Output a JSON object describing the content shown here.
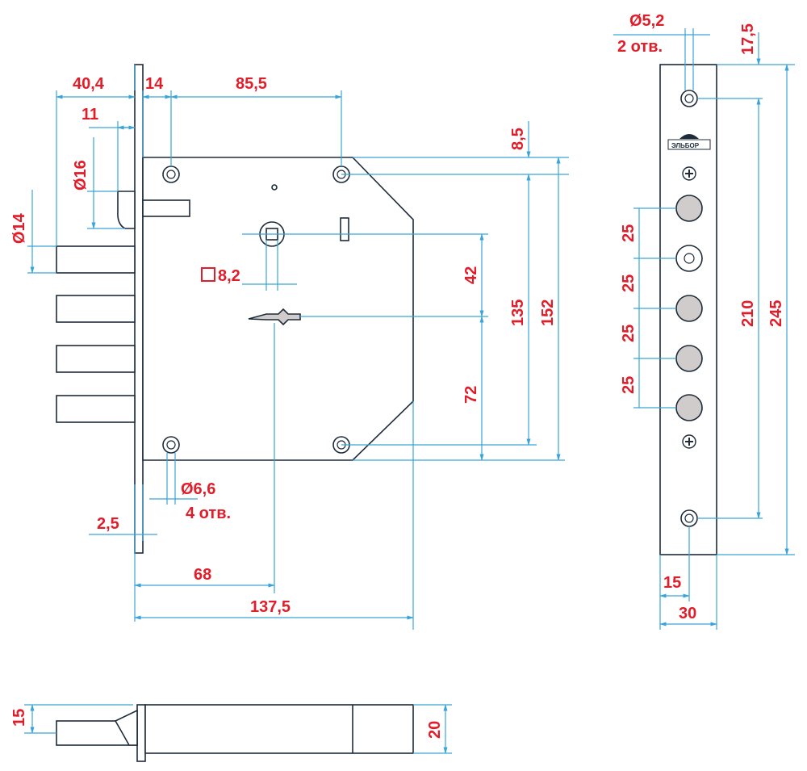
{
  "drawing": {
    "front_view": {
      "dims": {
        "backset_40_4": "40,4",
        "d14": "14",
        "d85_5": "85,5",
        "d11": "11",
        "d_16": "Ø16",
        "d_14_bolt": "Ø14",
        "square_8_2": "8,2",
        "d42": "42",
        "d72": "72",
        "d135": "135",
        "d152": "152",
        "d8_5": "8,5",
        "d_6_6": "Ø6,6",
        "holes_4": "4 отв.",
        "d2_5": "2,5",
        "d68": "68",
        "d137_5": "137,5"
      }
    },
    "faceplate_view": {
      "dims": {
        "d_5_2": "Ø5,2",
        "holes_2": "2 отв.",
        "d17_5": "17,5",
        "d25_a": "25",
        "d25_b": "25",
        "d25_c": "25",
        "d25_d": "25",
        "d210": "210",
        "d245": "245",
        "d15": "15",
        "d30": "30"
      },
      "logo_text": "ЭЛЬБОР"
    },
    "side_view": {
      "dims": {
        "d15": "15",
        "d20": "20"
      }
    }
  }
}
